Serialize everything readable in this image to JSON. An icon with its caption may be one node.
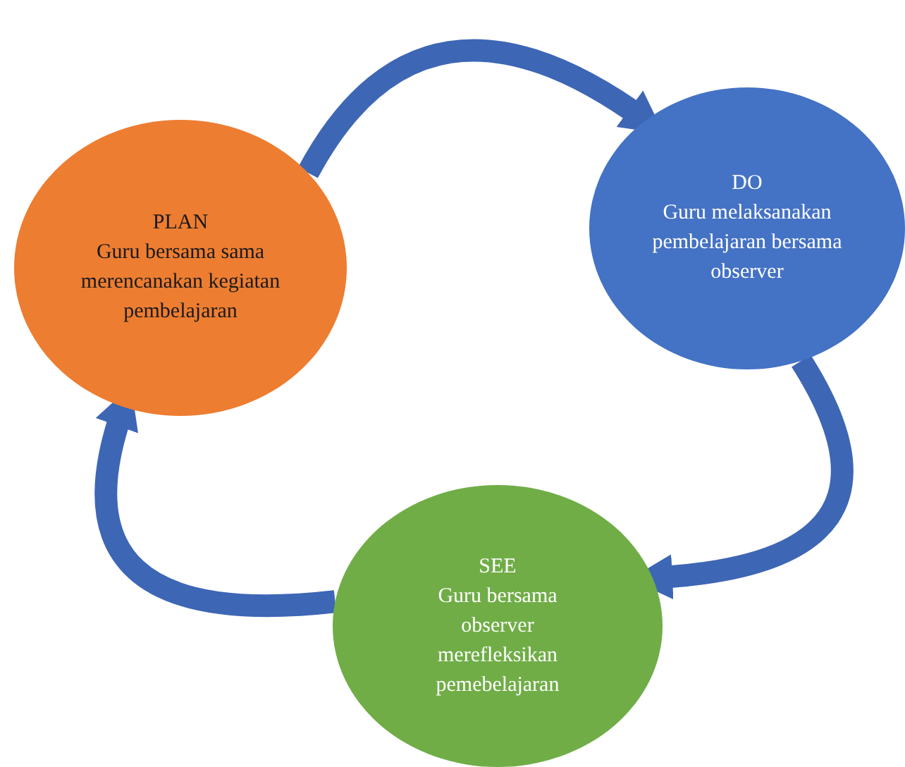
{
  "diagram": {
    "nodes": [
      {
        "text": [
          "PLAN",
          "Guru bersama sama merencanakan kegiatan pembelajaran"
        ]
      },
      {
        "text": [
          "DO",
          "Guru melaksanakan pembelajaran bersama observer"
        ]
      },
      {
        "text": [
          "SEE",
          "Guru bersama observer merefleksikan pemebelajaran"
        ]
      }
    ],
    "edges": [
      {
        "from": 0,
        "to": 1,
        "arrow": "to"
      },
      {
        "from": 1,
        "to": 2,
        "arrow": "to"
      },
      {
        "from": 2,
        "to": 0,
        "arrow": "to"
      }
    ]
  }
}
